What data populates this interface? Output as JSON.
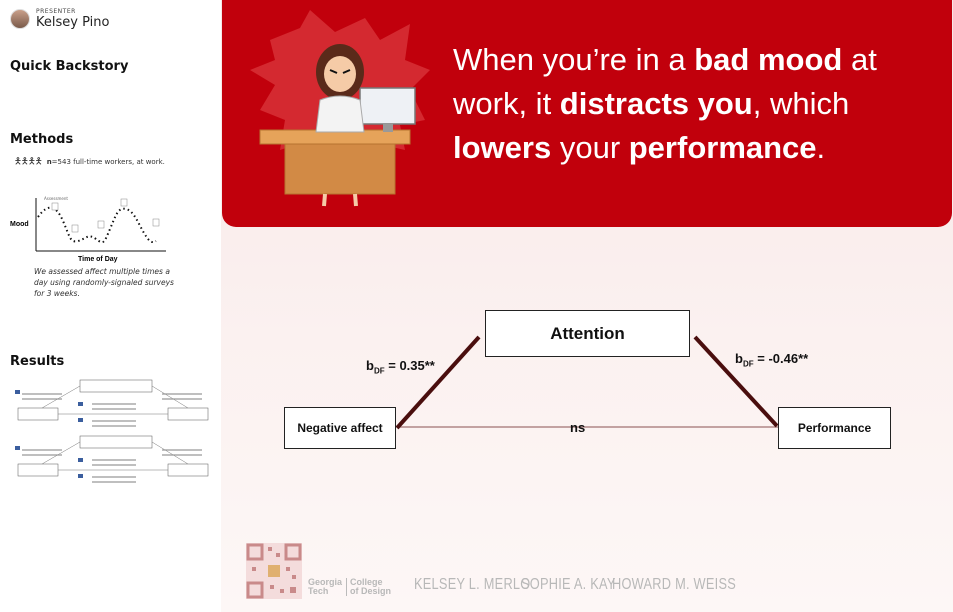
{
  "presenter": {
    "label": "PRESENTER",
    "name": "Kelsey Pino"
  },
  "sidebar": {
    "backstory_title": "Quick Backstory",
    "methods_title": "Methods",
    "methods_n_bold": "n",
    "methods_n_rest": "=543 full-time workers, at work.",
    "mood_chart": {
      "ylabel": "Mood",
      "xlabel": "Time of Day",
      "assessment_label": "Assessment"
    },
    "methods_caption": "We assessed affect multiple times a day using randomly-signaled surveys for 3 weeks.",
    "results_title": "Results"
  },
  "headline": {
    "p1": "When you’re in a ",
    "b1": "bad mood",
    "p2": " at work, it ",
    "b2": "distracts you",
    "p3": ", which ",
    "b3": "lowers",
    "p4": " your ",
    "b4": "performance",
    "p5": "."
  },
  "mediation": {
    "attention": "Attention",
    "negative_affect": "Negative affect",
    "performance": "Performance",
    "left_coef_b": "b",
    "left_coef_sub": "DF",
    "left_coef_val": " = 0.35**",
    "right_coef_b": "b",
    "right_coef_sub": "DF",
    "right_coef_val": " = -0.46**",
    "direct": "ns"
  },
  "footer": {
    "gt_line1": "Georgia",
    "gt_line2": "Tech",
    "college_line1": "College",
    "college_line2": "of Design",
    "author1": "KELSEY L. MERLO",
    "author2": "SOPHIE A. KAY",
    "author3": "HOWARD M. WEISS"
  },
  "colors": {
    "banner": "#c1000c",
    "accent_line": "#4a0e0e"
  }
}
